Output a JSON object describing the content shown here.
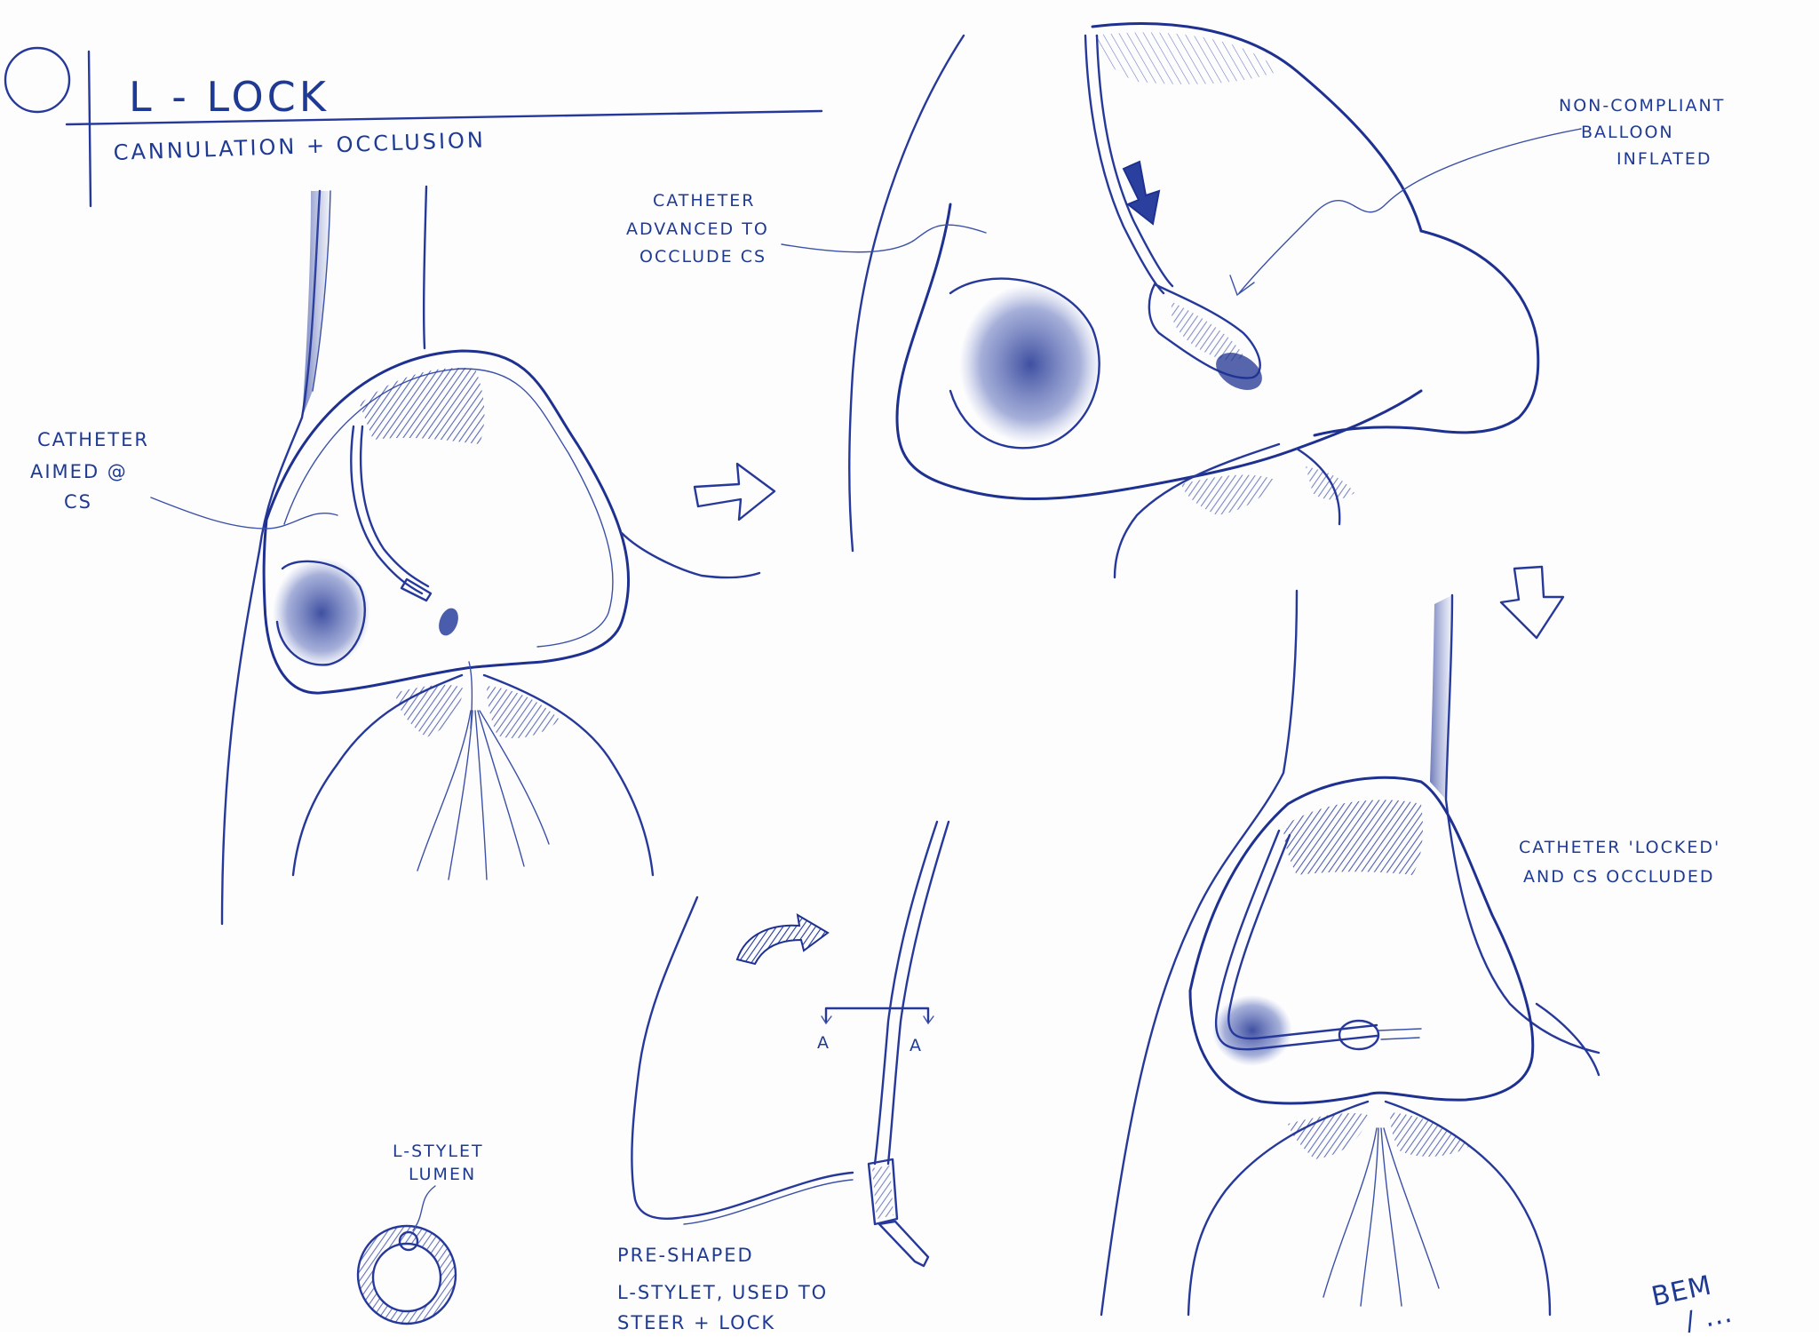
{
  "header": {
    "title": "L - LOCK",
    "subtitle": "CANNULATION + OCCLUSION"
  },
  "labels": {
    "catheter_aimed": [
      "CATHETER",
      "AIMED @",
      "CS"
    ],
    "catheter_advanced": [
      "CATHETER",
      "ADVANCED TO",
      "OCCLUDE CS"
    ],
    "balloon": [
      "NON-COMPLIANT",
      "BALLOON",
      "INFLATED"
    ],
    "catheter_locked": [
      "CATHETER 'LOCKED'",
      "AND CS OCCLUDED"
    ],
    "stylet_lumen": [
      "L-STYLET",
      "LUMEN"
    ],
    "pre_shaped": [
      "PRE-SHAPED",
      "L-STYLET, USED TO",
      "STEER + LOCK"
    ],
    "section_marker_left": "A",
    "section_marker_right": "A",
    "signature": [
      "BEM",
      "/ ..."
    ]
  },
  "colors": {
    "ink": "#2a3f9e",
    "shade": "#1e3190",
    "paper": "#fdfdfe"
  },
  "icons": {
    "arrow_right": "hollow-arrow-right-icon",
    "arrow_down": "hollow-arrow-down-icon",
    "advance_arrow": "solid-arrow-down-icon",
    "curved_arrow": "curved-arrow-icon",
    "corner_mark": "circle-crosshair-icon"
  }
}
